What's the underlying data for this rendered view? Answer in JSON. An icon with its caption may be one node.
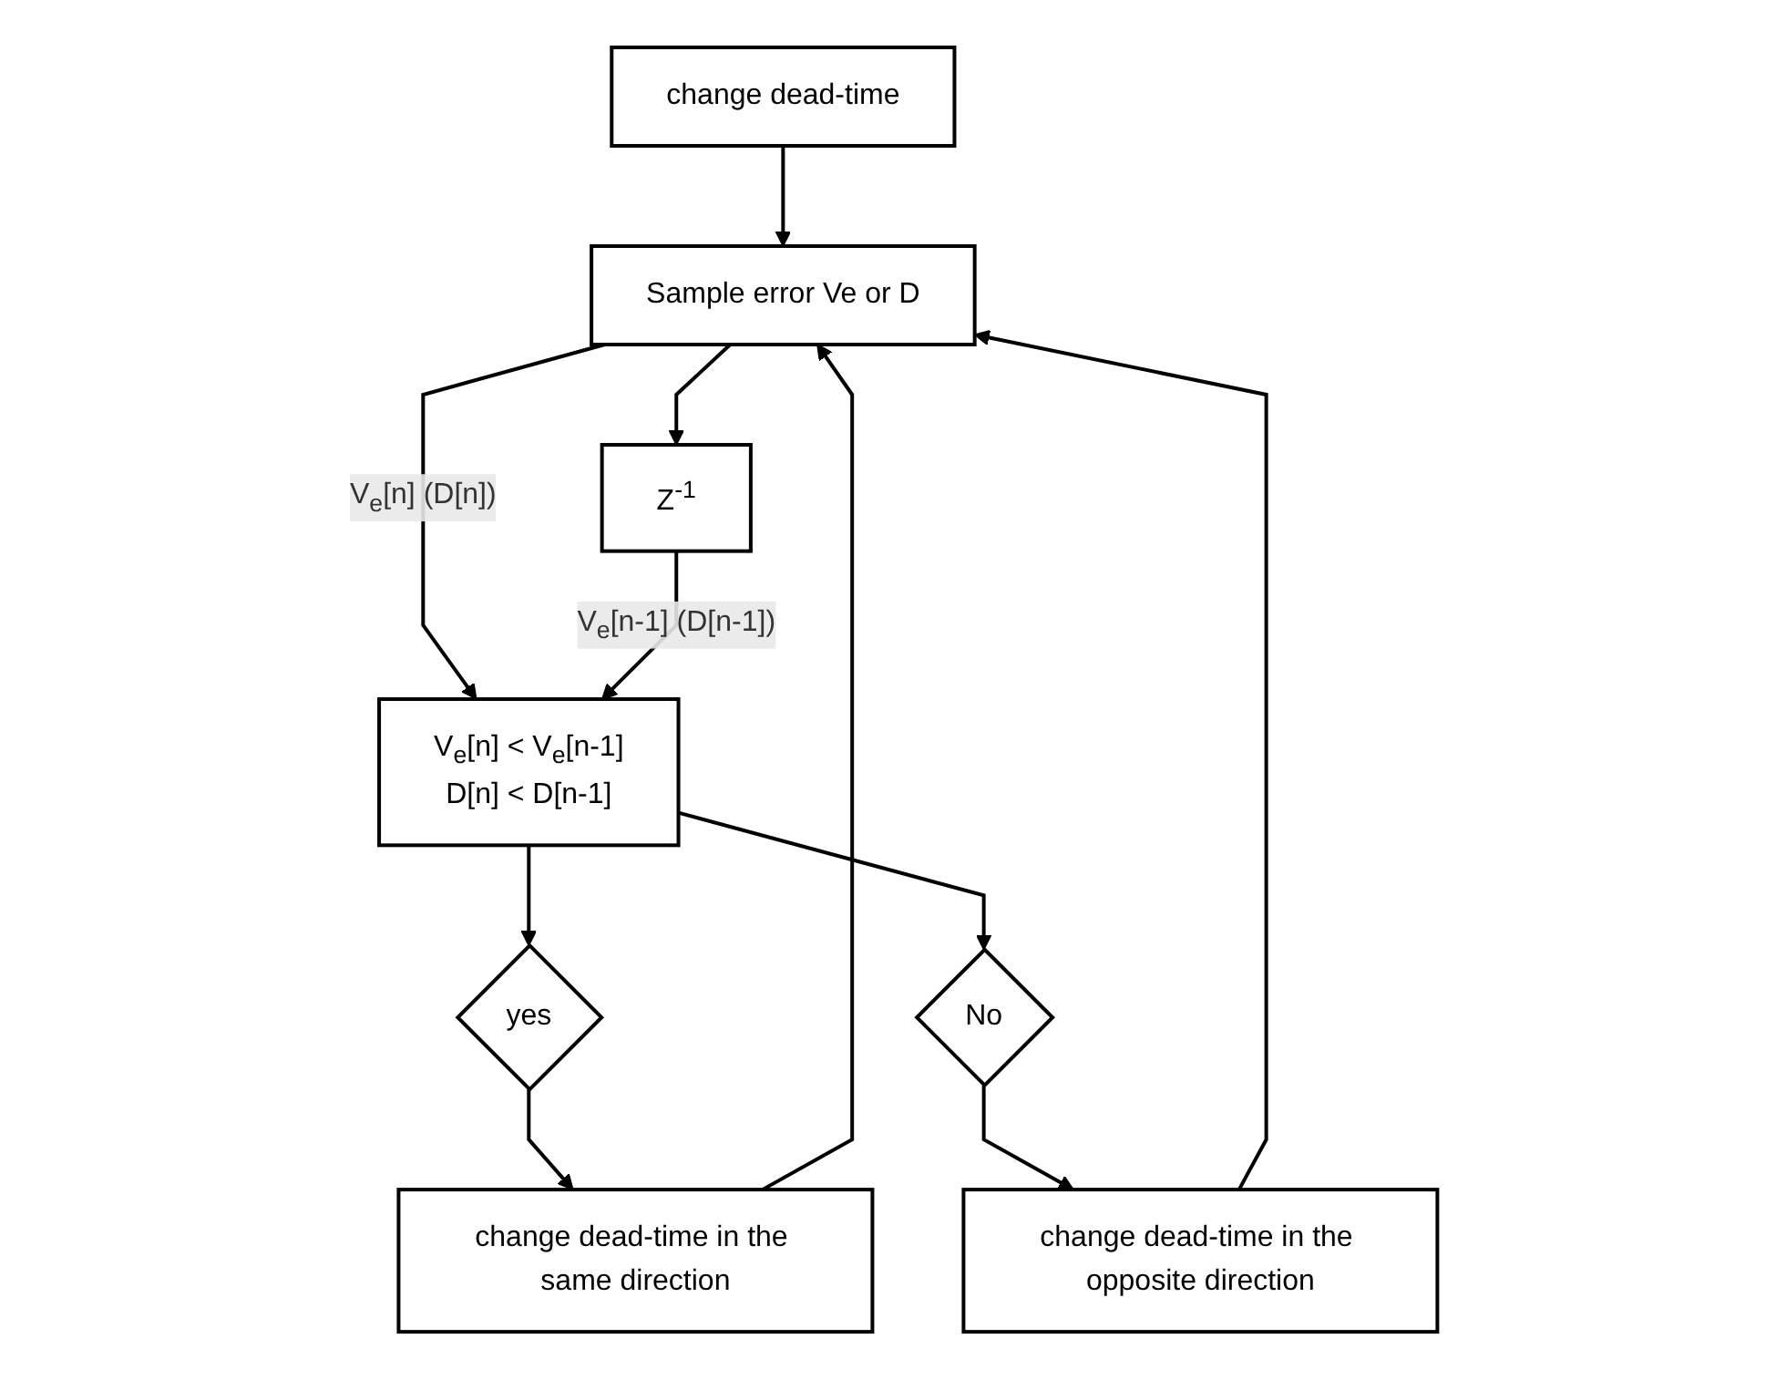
{
  "diagram": {
    "nodes": [
      {
        "text": [
          "change dead-time"
        ]
      },
      {
        "text": [
          "change dead-time in the same direction"
        ]
      },
      {
        "text": [
          "Sample error Ve or D"
        ]
      },
      {
        "text": [
          "change dead-time in the opposite direction"
        ]
      },
      {
        "text": [
          "Z$^{-1}$"
        ]
      },
      {
        "text": [
          "V$_{e}$[n] < V$_{e}$[n-1]",
          "D[n] < D[n-1]"
        ]
      },
      {
        "text": [
          "yes"
        ]
      },
      {
        "text": [
          "No"
        ]
      }
    ],
    "edges": [
      {
        "from": 0,
        "to": 2,
        "arrow": "to"
      },
      {
        "from": 1,
        "to": 2,
        "arrow": "to"
      },
      {
        "from": 3,
        "to": 2,
        "arrow": "to"
      },
      {
        "from": 2,
        "to": 5,
        "arrow": "to",
        "label": "V$_{e}$[n] (D[n])"
      },
      {
        "from": 2,
        "to": 4,
        "arrow": "to"
      },
      {
        "from": 4,
        "to": 5,
        "arrow": "to",
        "label": "V$_{e}$[n-1] (D[n-1])"
      },
      {
        "from": 5,
        "to": 6,
        "arrow": "to"
      },
      {
        "from": 5,
        "to": 7,
        "arrow": "to"
      },
      {
        "from": 6,
        "to": 1,
        "arrow": "to"
      },
      {
        "from": 7,
        "to": 3,
        "arrow": "to"
      }
    ]
  }
}
